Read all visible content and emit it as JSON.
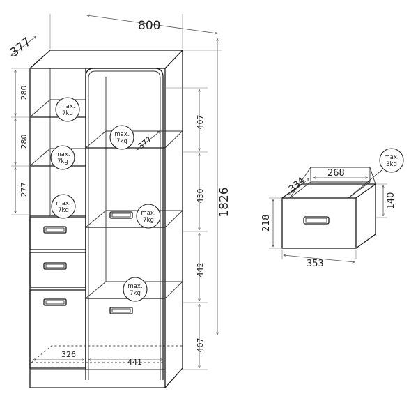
{
  "wardrobe": {
    "width": "800",
    "depth": "377",
    "height": "1826",
    "shelf_depth": "377",
    "left_heights": [
      "280",
      "280",
      "277"
    ],
    "right_heights": [
      "407",
      "430",
      "442",
      "407"
    ],
    "bottom_left": "326",
    "bottom_right": "441",
    "load_badges": [
      {
        "line1": "max.",
        "line2": "7kg"
      },
      {
        "line1": "max.",
        "line2": "7kg"
      },
      {
        "line1": "max.",
        "line2": "7kg"
      },
      {
        "line1": "max.",
        "line2": "7kg"
      },
      {
        "line1": "max.",
        "line2": "7kg"
      },
      {
        "line1": "max.",
        "line2": "7kg"
      }
    ]
  },
  "drawer": {
    "inner_width": "268",
    "inner_depth": "334",
    "outer_width": "353",
    "outer_height": "218",
    "inner_height": "140",
    "load_badge": {
      "line1": "max.",
      "line2": "3kg"
    }
  }
}
